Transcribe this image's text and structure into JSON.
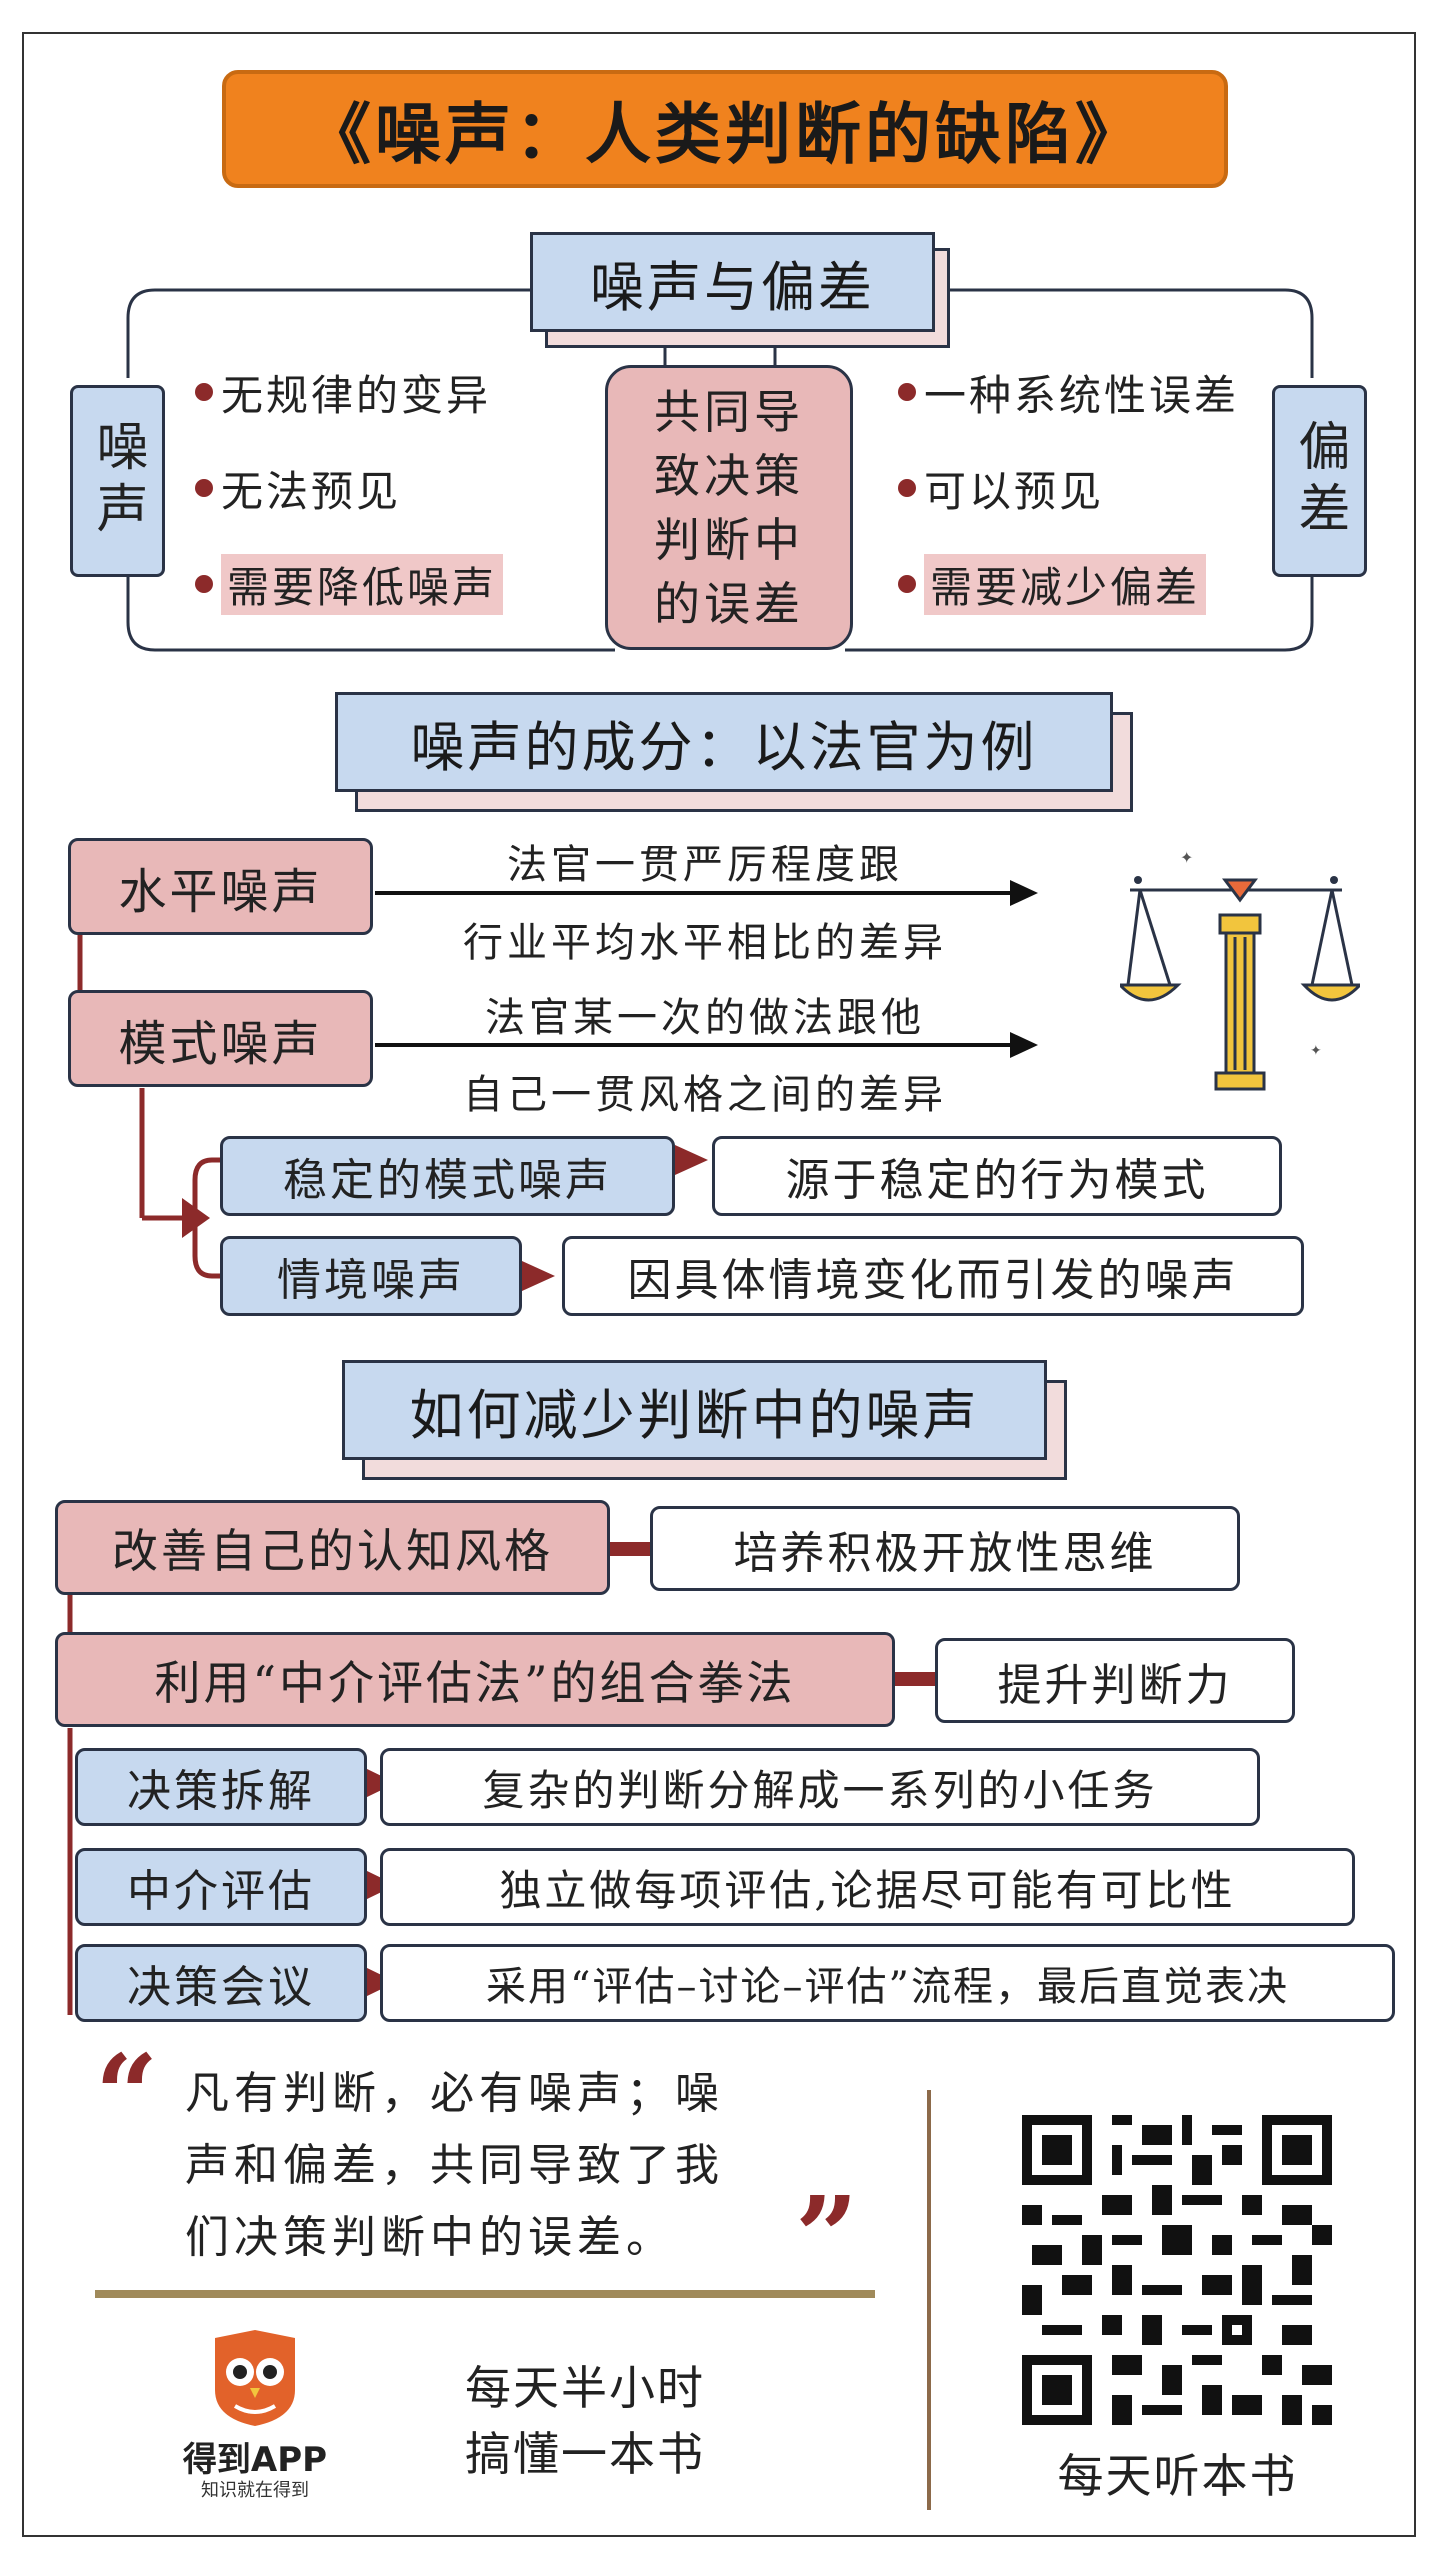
{
  "title": "《噪声：人类判断的缺陷》",
  "section1": {
    "heading": "噪声与偏差",
    "left_label": "噪声",
    "right_label": "偏差",
    "center_text": "共同导致决策判断中的误差",
    "left_items": [
      "无规律的变异",
      "无法预见",
      "需要降低噪声"
    ],
    "right_items": [
      "一种系统性误差",
      "可以预见",
      "需要减少偏差"
    ]
  },
  "section2": {
    "heading": "噪声的成分：以法官为例",
    "level_noise": {
      "label": "水平噪声",
      "desc_line1": "法官一贯严厉程度跟",
      "desc_line2": "行业平均水平相比的差异"
    },
    "pattern_noise": {
      "label": "模式噪声",
      "desc_line1": "法官某一次的做法跟他",
      "desc_line2": "自己一贯风格之间的差异"
    },
    "stable_pattern": {
      "label": "稳定的模式噪声",
      "desc": "源于稳定的行为模式"
    },
    "occasion_noise": {
      "label": "情境噪声",
      "desc": "因具体情境变化而引发的噪声"
    }
  },
  "section3": {
    "heading": "如何减少判断中的噪声",
    "step1": {
      "label": "改善自己的认知风格",
      "result": "培养积极开放性思维"
    },
    "step2": {
      "label": "利用“中介评估法”的组合拳法",
      "result": "提升判断力"
    },
    "methods": [
      {
        "label": "决策拆解",
        "desc": "复杂的判断分解成一系列的小任务"
      },
      {
        "label": "中介评估",
        "desc": "独立做每项评估,论据尽可能有可比性"
      },
      {
        "label": "决策会议",
        "desc": "采用“评估–讨论–评估”流程，最后直觉表决"
      }
    ]
  },
  "quote": {
    "open_mark": "“",
    "close_mark": "”",
    "line1": "凡有判断，必有噪声；噪",
    "line2": "声和偏差，共同导致了我",
    "line3": "们决策判断中的误差。"
  },
  "footer": {
    "brand": "得到APP",
    "brand_sub": "知识就在得到",
    "slogan_line1": "每天半小时",
    "slogan_line2": "搞懂一本书",
    "qr_caption": "每天听本书"
  },
  "colors": {
    "title_orange": "#f0821e",
    "blue": "#c7d9ef",
    "pink": "#e8b8b8",
    "dark_red": "#8c2a2a",
    "gold": "#f2c53d"
  },
  "icons": [
    "scales-of-justice-icon",
    "owl-logo-icon",
    "qr-code"
  ]
}
